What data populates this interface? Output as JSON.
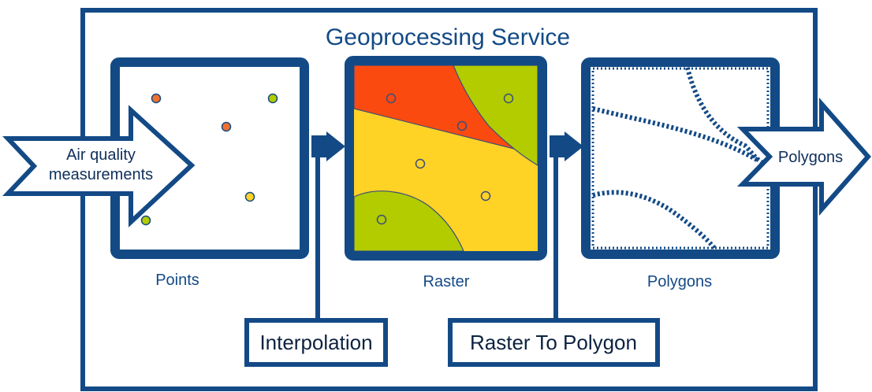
{
  "diagram": {
    "title": "Geoprocessing Service",
    "input_label": [
      "Air quality",
      "measurements"
    ],
    "output_label": "Polygons",
    "panels": {
      "points": "Points",
      "raster": "Raster",
      "polygons": "Polygons"
    },
    "tools": {
      "interpolation": "Interpolation",
      "raster_to_polygon": "Raster To Polygon"
    }
  },
  "colors": {
    "frame": "#134a86",
    "red": "#fb4a10",
    "orange": "#ed7131",
    "yellow": "#ffd226",
    "green": "#b2cc00"
  }
}
